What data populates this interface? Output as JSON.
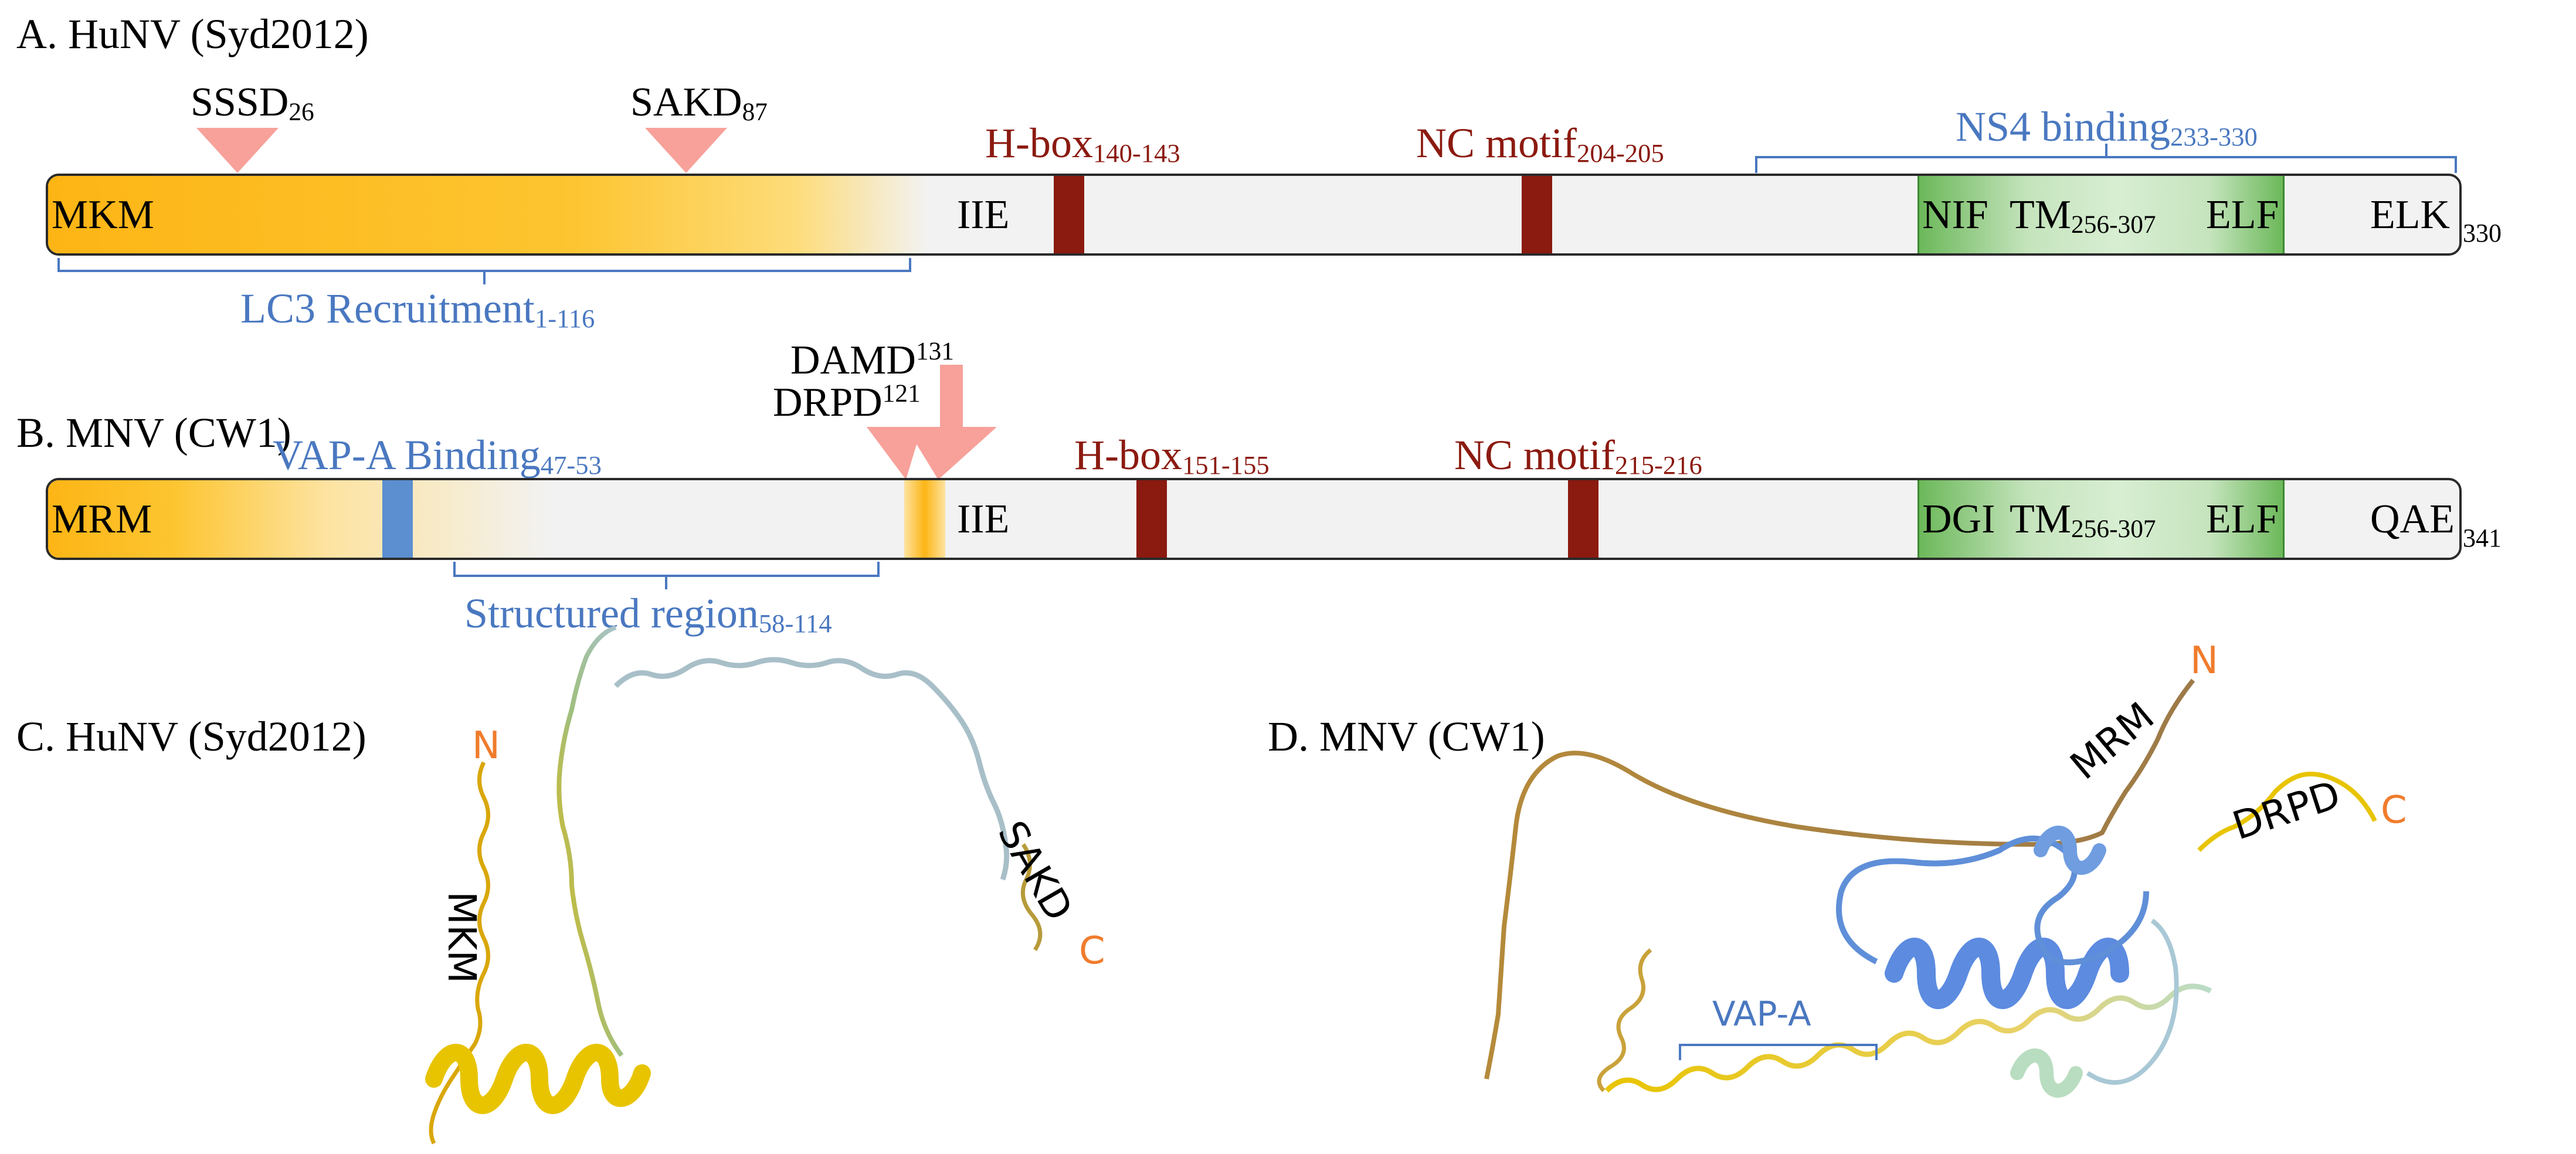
{
  "colors": {
    "orange": "#fdb515",
    "blue_label": "#4a78c0",
    "dark_red": "#8b1a10",
    "green": "#6cb85a",
    "salmon": "#f7a19a",
    "terminus": "#f07c2c"
  },
  "panelA": {
    "title": "A. HuNV (Syd2012)",
    "sssd": {
      "main": "SSSD",
      "num": "26"
    },
    "sakd": {
      "main": "SAKD",
      "num": "87"
    },
    "hbox": {
      "main": "H-box",
      "num": "140-143"
    },
    "nc": {
      "main": "NC motif",
      "num": "204-205"
    },
    "ns4": {
      "main": "NS4 binding",
      "num": "233-330"
    },
    "lc3": {
      "main": "LC3 Recruitment",
      "num": "1-116"
    },
    "bar": {
      "start": "MKM",
      "iie": "IIE",
      "nif": "NIF",
      "tm": {
        "main": "TM",
        "num": "256-307"
      },
      "elf": "ELF",
      "end": "ELK",
      "length": "330"
    }
  },
  "panelB": {
    "title": "B. MNV (CW1)",
    "damd": {
      "main": "DAMD",
      "num": "131"
    },
    "drpd": {
      "main": "DRPD",
      "num": "121"
    },
    "vapa": {
      "main": "VAP-A Binding",
      "num": "47-53"
    },
    "hbox": {
      "main": "H-box",
      "num": "151-155"
    },
    "nc": {
      "main": "NC motif",
      "num": "215-216"
    },
    "structured": {
      "main": "Structured region",
      "num": "58-114"
    },
    "bar": {
      "start": "MRM",
      "iie": "IIE",
      "dgi": "DGI",
      "tm": {
        "main": "TM",
        "num": "256-307"
      },
      "elf": "ELF",
      "end": "QAE",
      "length": "341"
    }
  },
  "panelC": {
    "title": "C. HuNV (Syd2012)",
    "n": "N",
    "c": "C",
    "mkm": "MKM",
    "sakd": "SAKD"
  },
  "panelD": {
    "title": "D. MNV (CW1)",
    "n": "N",
    "c": "C",
    "mrm": "MRM",
    "drpd": "DRPD",
    "vapa": "VAP-A"
  }
}
